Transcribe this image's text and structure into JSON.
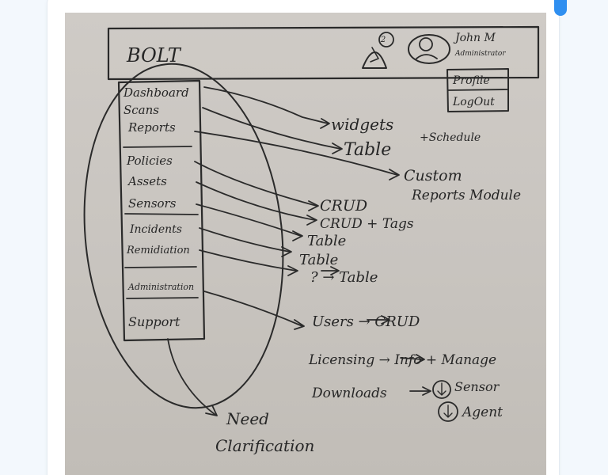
{
  "header": {
    "logo": "BOLT",
    "user_name": "John M",
    "user_role": "Administrator",
    "notification_count": "2",
    "menu": [
      "Profile",
      "LogOut"
    ]
  },
  "nav": {
    "groups": [
      [
        "Dashboard",
        "Scans",
        "Reports"
      ],
      [
        "Policies",
        "Assets",
        "Sensors"
      ],
      [
        "Incidents",
        "Remidiation"
      ],
      [
        "Administration"
      ],
      [
        "Support"
      ]
    ]
  },
  "annotations": {
    "widgets": "widgets",
    "table_schedule_a": "Table",
    "table_schedule_b": "+Schedule",
    "custom_a": "Custom",
    "custom_b": "Reports Module",
    "crud": "CRUD",
    "crud_tags": "CRUD + Tags",
    "table_1": "Table",
    "table_2": "Table",
    "q_table": "? → Table",
    "users_crud": "Users → CRUD",
    "licensing": "Licensing → Info + Manage",
    "downloads": "Downloads",
    "sensor": "Sensor",
    "agent": "Agent",
    "need_a": "Need",
    "need_b": "Clarification"
  }
}
